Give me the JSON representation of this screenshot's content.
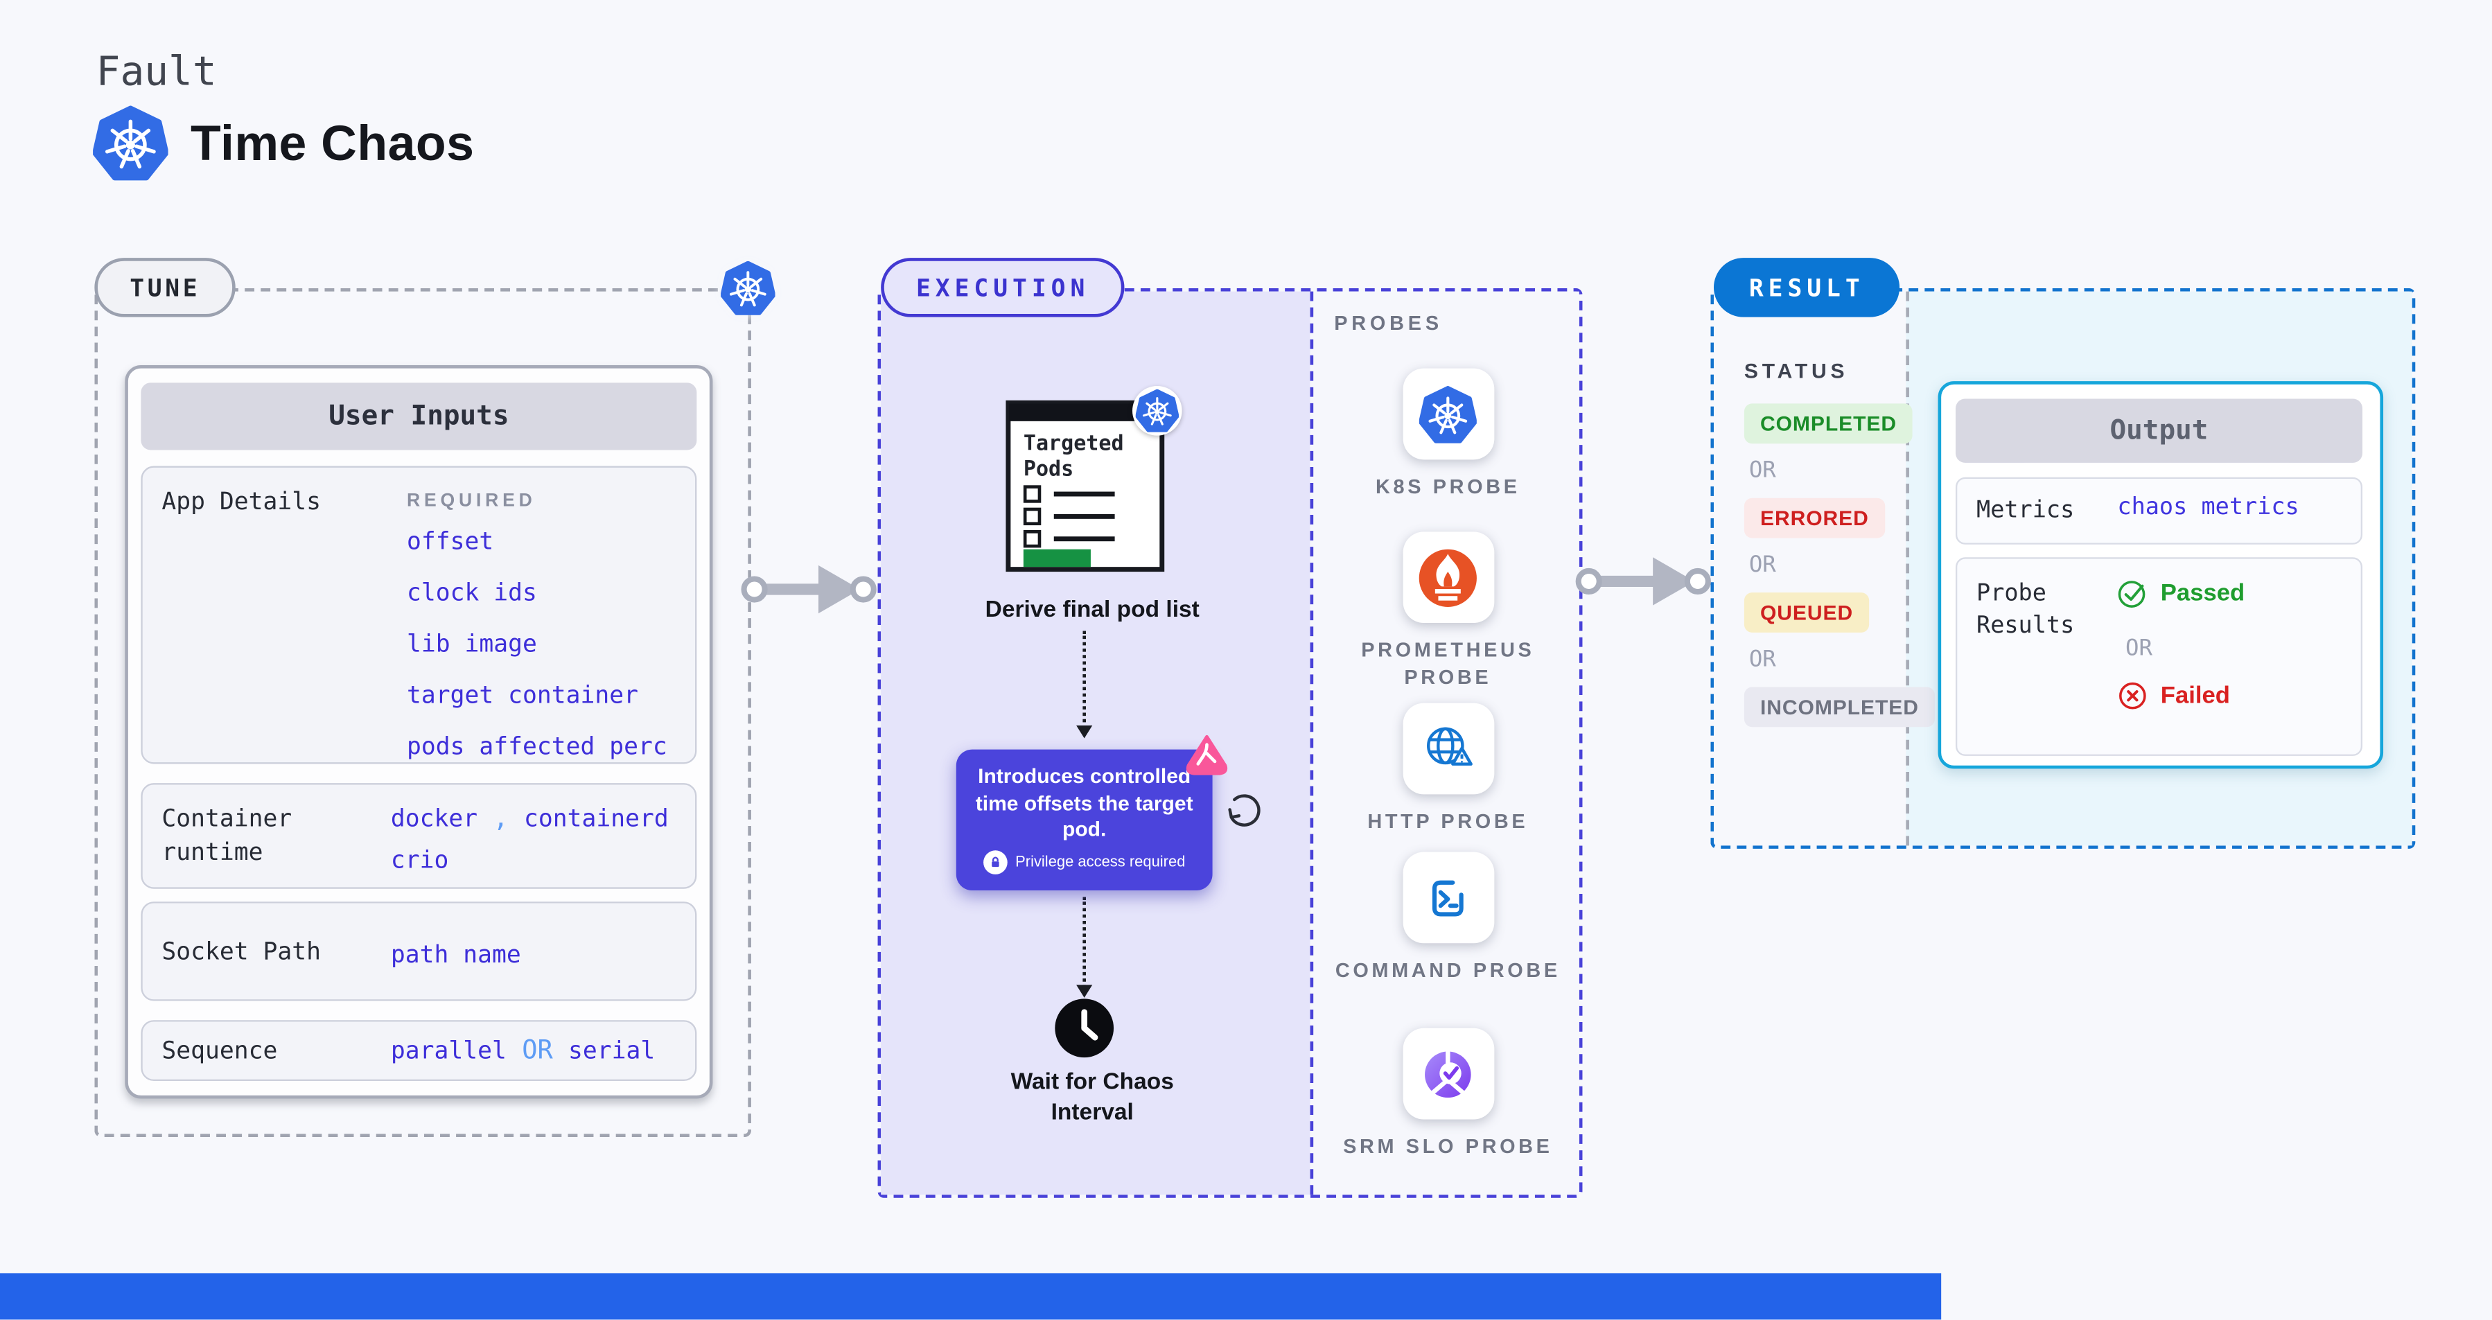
{
  "header": {
    "kicker": "Fault",
    "title": "Time Chaos",
    "logo_icon": "kubernetes-icon"
  },
  "tune": {
    "badge": "TUNE",
    "corner_icon": "kubernetes-icon",
    "user_inputs": {
      "title": "User Inputs",
      "app_details": {
        "label": "App Details",
        "tag": "REQUIRED",
        "links": [
          "offset",
          "clock ids",
          "lib image",
          "target container",
          "pods affected perc"
        ]
      },
      "container_runtime": {
        "label_line1": "Container",
        "label_line2": "runtime",
        "value1": "docker",
        "separator": ",",
        "value2": "containerd",
        "value3": "crio"
      },
      "socket_path": {
        "label": "Socket Path",
        "value": "path name"
      },
      "sequence": {
        "label": "Sequence",
        "value_a": "parallel",
        "conjunction": "OR",
        "value_b": "serial"
      }
    }
  },
  "execution": {
    "badge": "EXECUTION",
    "targeted_pods": {
      "title": "Targeted Pods",
      "icon": "kubernetes-icon"
    },
    "derive_label": "Derive final pod list",
    "tooltip": {
      "text": "Introduces controlled time offsets the target pod.",
      "note": "Privilege access required",
      "note_icon": "lock-icon",
      "corner_icon": "chaos-logo-icon",
      "side_icon": "refresh-icon"
    },
    "wait_icon": "clock-icon",
    "wait_label_line1": "Wait for Chaos",
    "wait_label_line2": "Interval",
    "probes": {
      "label": "PROBES",
      "items": [
        {
          "label": "K8S PROBE",
          "icon": "kubernetes-icon"
        },
        {
          "label": "PROMETHEUS PROBE",
          "icon": "prometheus-icon"
        },
        {
          "label": "HTTP PROBE",
          "icon": "globe-warning-icon"
        },
        {
          "label": "COMMAND PROBE",
          "icon": "terminal-icon"
        },
        {
          "label": "SRM SLO PROBE",
          "icon": "slo-donut-icon"
        }
      ]
    }
  },
  "result": {
    "badge": "RESULT",
    "status": {
      "label": "STATUS",
      "sequence": [
        {
          "text": "COMPLETED",
          "kind": "badge-green"
        },
        {
          "text": "OR",
          "kind": "or"
        },
        {
          "text": "ERRORED",
          "kind": "badge-red"
        },
        {
          "text": "OR",
          "kind": "or"
        },
        {
          "text": "QUEUED",
          "kind": "badge-yellow"
        },
        {
          "text": "OR",
          "kind": "or"
        },
        {
          "text": "INCOMPLETED",
          "kind": "badge-gray"
        }
      ]
    },
    "output": {
      "title": "Output",
      "metrics": {
        "label": "Metrics",
        "value": "chaos metrics"
      },
      "probe_results": {
        "label_line1": "Probe",
        "label_line2": "Results",
        "passed": "Passed",
        "or": "OR",
        "failed": "Failed",
        "passed_icon": "check-circle-icon",
        "failed_icon": "x-circle-icon"
      }
    }
  },
  "colors": {
    "page_bg": "#F7F8FC",
    "link_blue": "#3D2ED9",
    "conjunction_blue": "#5E9CF5",
    "indigo_accent": "#4841D8",
    "tooltip_bg": "#4B44DC",
    "lavender_bg": "#E5E4FA",
    "result_blue": "#0B76D4",
    "output_cyan_border": "#16A6DB",
    "result_cyan_bg": "#E9F6FC",
    "completed_green": "#1A8C28",
    "errored_red": "#CE1F1F",
    "passed_green": "#1F9D2F",
    "failed_red": "#D92121",
    "kubernetes_blue": "#326CE5",
    "prometheus_orange": "#E75225",
    "chaos_pink": "#F9579A",
    "footer_bar": "#2363E9"
  }
}
